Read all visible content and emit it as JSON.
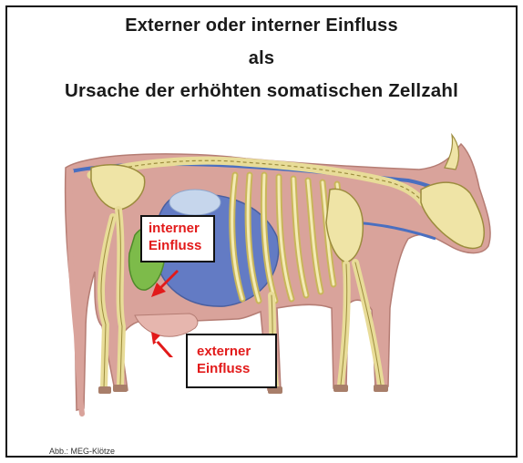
{
  "title": {
    "line1": "Externer  oder interner Einfluss",
    "line2": "als",
    "line3": "Ursache der erhöhten somatischen Zellzahl"
  },
  "labels": {
    "internal_line1": "interner",
    "internal_line2": "Einfluss",
    "external_line1": "externer",
    "external_line2": "Einfluss"
  },
  "caption": "Abb.: MEG-Klötze",
  "colors": {
    "accent_red": "#e21a1a",
    "cow_body": "#d9a39b",
    "skeleton": "#f0e6a8",
    "rumen_blue": "#5a78c8",
    "organ_green": "#7dbb4a"
  }
}
